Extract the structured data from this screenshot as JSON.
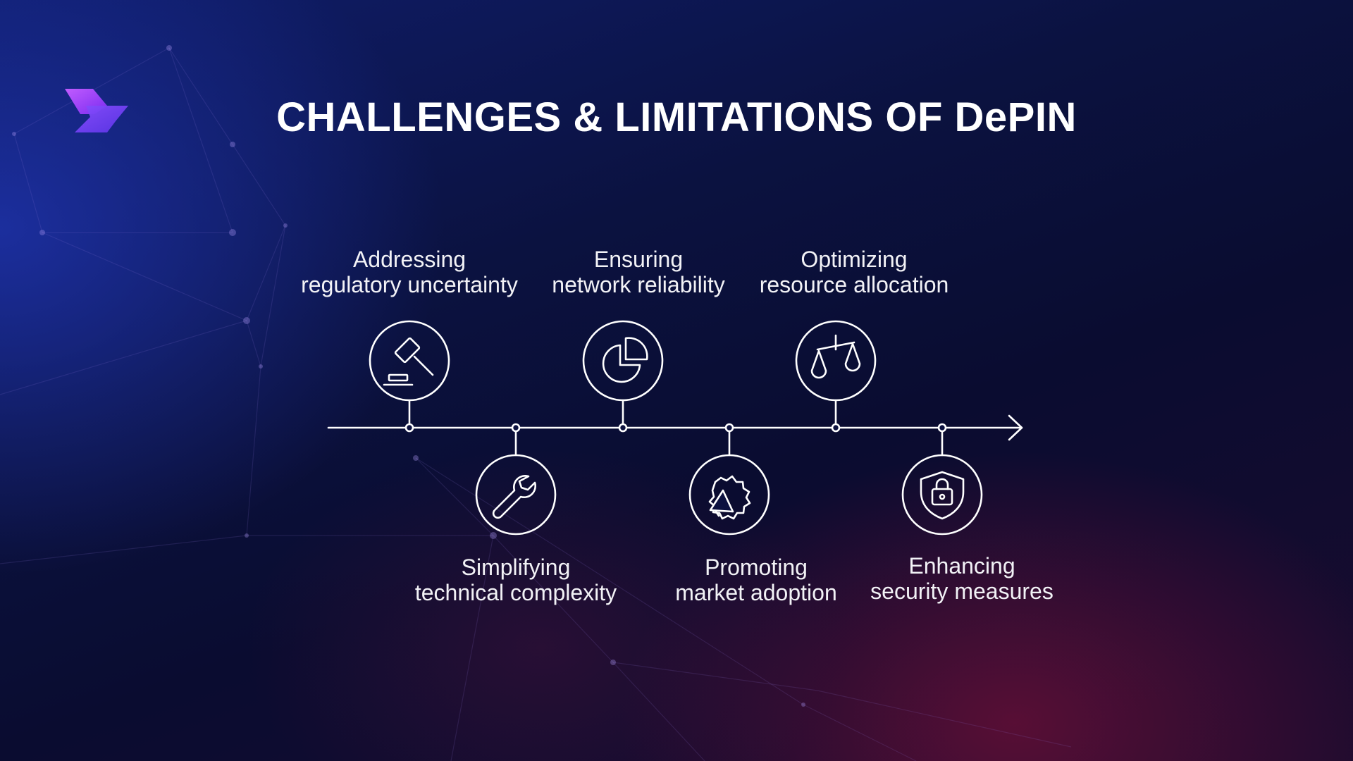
{
  "slide": {
    "title": "CHALLENGES & LIMITATIONS OF DePIN",
    "logo_icon": "brand-chevron-logo",
    "accent_color": "#8b3dff",
    "line_color": "#ffffff"
  },
  "steps": [
    {
      "line1": "Addressing",
      "line2": "regulatory uncertainty",
      "icon": "gavel-icon",
      "position": "top"
    },
    {
      "line1": "Simplifying",
      "line2": "technical complexity",
      "icon": "wrench-icon",
      "position": "bottom"
    },
    {
      "line1": "Ensuring",
      "line2": "network reliability",
      "icon": "pie-chart-icon",
      "position": "top"
    },
    {
      "line1": "Promoting",
      "line2": "market adoption",
      "icon": "megaphone-icon",
      "position": "bottom"
    },
    {
      "line1": "Optimizing",
      "line2": "resource allocation",
      "icon": "scales-icon",
      "position": "top"
    },
    {
      "line1": "Enhancing",
      "line2": "security measures",
      "icon": "shield-lock-icon",
      "position": "bottom"
    }
  ]
}
